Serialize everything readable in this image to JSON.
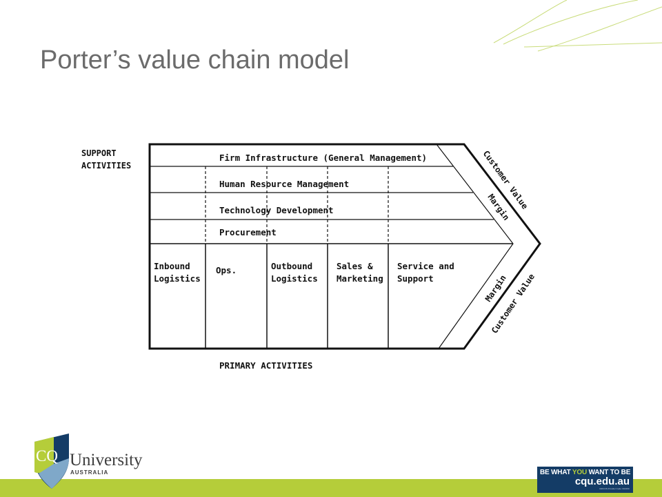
{
  "slide": {
    "title": "Porter’s value chain model"
  },
  "diagram": {
    "support_label": [
      "SUPPORT",
      "ACTIVITIES"
    ],
    "primary_label": "PRIMARY ACTIVITIES",
    "support_activities": [
      "Firm Infrastructure (General Management)",
      "Human Resource Management",
      "Technology Development",
      "Procurement"
    ],
    "primary_activities": [
      [
        "Inbound",
        "Logistics"
      ],
      [
        "Ops."
      ],
      [
        "Outbound",
        "Logistics"
      ],
      [
        "Sales &",
        "Marketing"
      ],
      [
        "Service and",
        "Support"
      ]
    ],
    "arrow_top": {
      "outer": "Customer Value",
      "inner": "Margin"
    },
    "arrow_bottom": {
      "outer": "Customer Value",
      "inner": "Margin"
    }
  },
  "logo": {
    "initials": "CQ",
    "word": "University",
    "sub": "AUSTRALIA",
    "icon": "shield-icon"
  },
  "tagline": {
    "line1_pre": "BE WHAT ",
    "line1_accent": "YOU",
    "line1_post": " WANT TO BE",
    "url": "cqu.edu.au",
    "fine_print": "CRICOS Provider Code: 00219C"
  },
  "colors": {
    "accent_green": "#b5cd3a",
    "navy": "#143c66",
    "title_gray": "#6b6b6b"
  }
}
